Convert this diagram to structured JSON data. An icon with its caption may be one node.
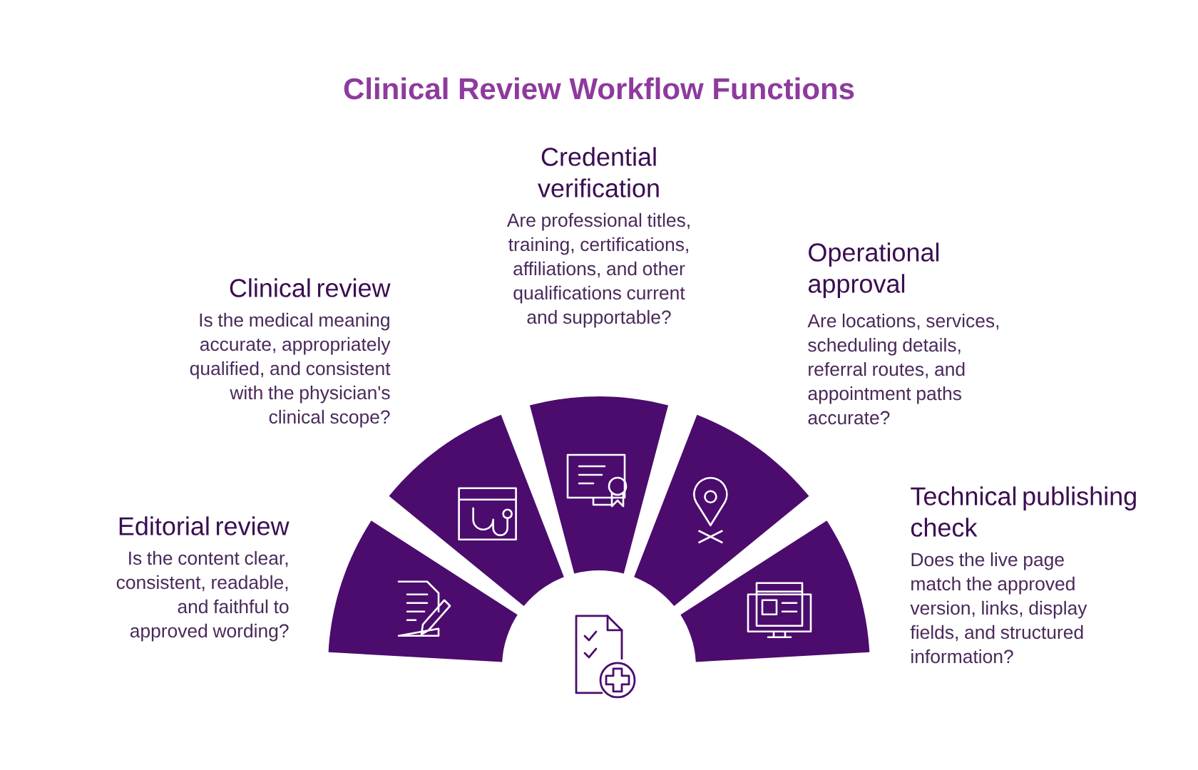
{
  "diagram": {
    "title": "Clinical Review Workflow Functions",
    "nodes": [
      {
        "text": [
          "Editorial review",
          "Is the content clear, consistent, readable, and faithful to approved wording?"
        ]
      },
      {
        "text": [
          "Clinical review",
          "Is the medical meaning accurate, appropriately qualified, and consistent with the physician's clinical scope?"
        ]
      },
      {
        "text": [
          "Credential verification",
          "Are professional titles, training, certifications, affiliations, and other qualifications current and supportable?"
        ]
      },
      {
        "text": [
          "Operational approval",
          "Are locations, services, scheduling details, referral routes, and appointment paths accurate?"
        ]
      },
      {
        "text": [
          "Technical publishing check",
          "Does the live page match the approved version, links, display fields, and structured information?"
        ]
      }
    ]
  }
}
